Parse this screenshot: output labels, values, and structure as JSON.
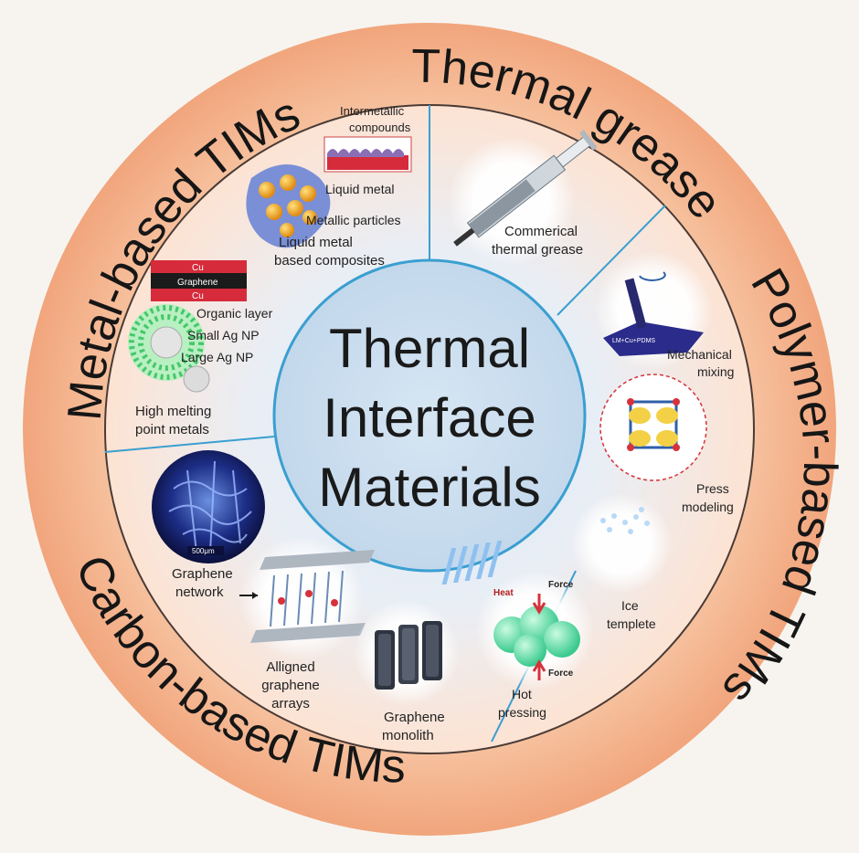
{
  "center": {
    "line1": "Thermal",
    "line2": "Interface",
    "line3": "Materials"
  },
  "sectors": {
    "metal": "Metal-based TIMs",
    "grease": "Thermal grease",
    "polymer": "Polymer-based TIMs",
    "carbon": "Carbon-based TIMs"
  },
  "metal": {
    "intermetallic_1": "Intermetallic",
    "intermetallic_2": "compounds",
    "liquid_metal": "Liquid metal",
    "metallic_particles": "Metallic  particles",
    "lm_composites_1": "Liquid metal",
    "lm_composites_2": "based composites",
    "cu_top": "Cu",
    "graphene": "Graphene",
    "cu_bottom": "Cu",
    "organic_layer": "Organic layer",
    "small_ag": "Small Ag NP",
    "large_ag": "Large Ag NP",
    "hmp_1": "High melting",
    "hmp_2": "point metals"
  },
  "grease": {
    "label_1": "Commerical",
    "label_2": "thermal grease"
  },
  "polymer": {
    "lm_cu_pdms": "LM+Cu+PDMS",
    "mech_1": "Mechanical",
    "mech_2": "mixing",
    "press_1": "Press",
    "press_2": "modeling",
    "ice_1": "Ice",
    "ice_2": "templete",
    "heat": "Heat",
    "force_top": "Force",
    "force_bottom": "Force",
    "hot_1": "Hot",
    "hot_2": "pressing"
  },
  "carbon": {
    "scale": "500μm",
    "network_1": "Graphene",
    "network_2": "network",
    "arrays_1": "Alligned",
    "arrays_2": "graphene",
    "arrays_3": "arrays",
    "monolith_1": "Graphene",
    "monolith_2": "monolith"
  },
  "colors": {
    "outer_ring": "#f4b58f",
    "inner_disc": "#fde2d2",
    "center_disc": "#cfe0ef",
    "divider": "#3a9fd0",
    "ring_stroke": "#4a3b36"
  }
}
